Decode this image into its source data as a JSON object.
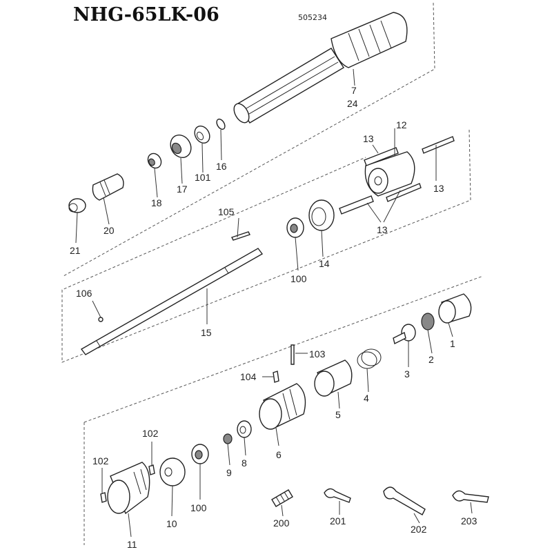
{
  "title": "NHG-65LK-06",
  "code": "505234",
  "labels": {
    "p1": "1",
    "p2": "2",
    "p3": "3",
    "p4": "4",
    "p5": "5",
    "p6": "6",
    "p7": "7",
    "p24": "24",
    "p8": "8",
    "p9": "9",
    "p10": "10",
    "p11": "11",
    "p12": "12",
    "p13a": "13",
    "p13b": "13",
    "p13c": "13",
    "p14": "14",
    "p15": "15",
    "p16": "16",
    "p17": "17",
    "p18": "18",
    "p20": "20",
    "p21": "21",
    "p100a": "100",
    "p100b": "100",
    "p101": "101",
    "p102a": "102",
    "p102b": "102",
    "p103": "103",
    "p104": "104",
    "p105": "105",
    "p106": "106",
    "p200": "200",
    "p201": "201",
    "p202": "202",
    "p203": "203"
  }
}
